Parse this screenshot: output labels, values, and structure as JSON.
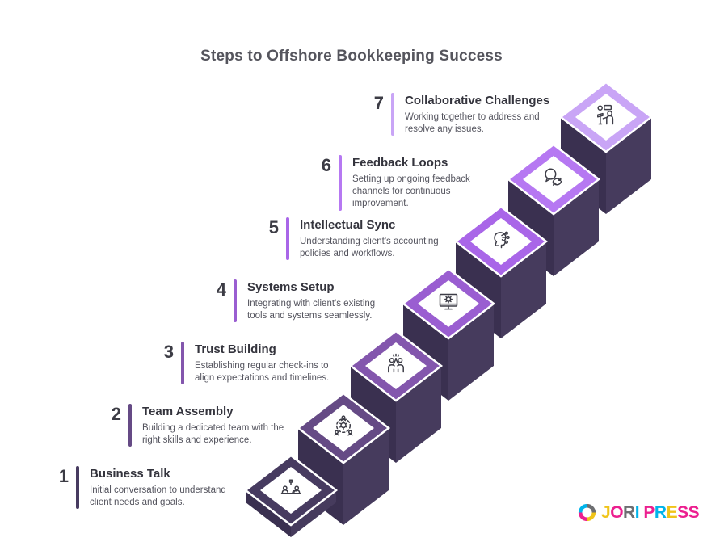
{
  "title": "Steps to Offshore Bookkeeping Success",
  "steps": [
    {
      "number": "1",
      "title": "Business Talk",
      "description": "Initial conversation to understand client needs and goals.",
      "accent": "#473b60",
      "icon": "meeting-icon"
    },
    {
      "number": "2",
      "title": "Team Assembly",
      "description": "Building a dedicated team with the right skills and experience.",
      "accent": "#654a85",
      "icon": "team-network-icon"
    },
    {
      "number": "3",
      "title": "Trust Building",
      "description": "Establishing regular check-ins to align expectations and timelines.",
      "accent": "#8356ad",
      "icon": "high-five-icon"
    },
    {
      "number": "4",
      "title": "Systems Setup",
      "description": "Integrating with client's existing tools and systems seamlessly.",
      "accent": "#9a5ed1",
      "icon": "monitor-gear-icon"
    },
    {
      "number": "5",
      "title": "Intellectual Sync",
      "description": "Understanding client's accounting policies and workflows.",
      "accent": "#a966e8",
      "icon": "mind-sync-icon"
    },
    {
      "number": "6",
      "title": "Feedback Loops",
      "description": "Setting up ongoing feedback channels for continuous improvement.",
      "accent": "#b678f2",
      "icon": "feedback-icon"
    },
    {
      "number": "7",
      "title": "Collaborative Challenges",
      "description": "Working together to address and resolve any issues.",
      "accent": "#c9a5f6",
      "icon": "collaboration-icon"
    }
  ],
  "colors": {
    "background": "#ffffff",
    "title": "#55555d",
    "step_number": "#3c3c45",
    "step_title": "#34343d",
    "step_description": "#54545e",
    "block_left_face": "#3a3050",
    "block_right_face": "#463b5d",
    "icon_stroke": "#3d3d47",
    "diamond_center": "#ffffff"
  },
  "logo": {
    "name": "JORI PRESS",
    "letters": [
      {
        "ch": "J",
        "color": "#f0c419"
      },
      {
        "ch": "O",
        "color": "#ec1f8f"
      },
      {
        "ch": "R",
        "color": "#6d6e71"
      },
      {
        "ch": "I",
        "color": "#00b4ea"
      },
      {
        "ch": " ",
        "color": ""
      },
      {
        "ch": "P",
        "color": "#ec1f8f"
      },
      {
        "ch": "R",
        "color": "#00b4ea"
      },
      {
        "ch": "E",
        "color": "#f0c419"
      },
      {
        "ch": "S",
        "color": "#ec1f8f"
      },
      {
        "ch": "S",
        "color": "#ec1f8f"
      }
    ],
    "swirl_colors": {
      "gray": "#6d6e71",
      "cyan": "#00b4ea",
      "magenta": "#ec1f8f",
      "yellow": "#f0c419"
    }
  }
}
